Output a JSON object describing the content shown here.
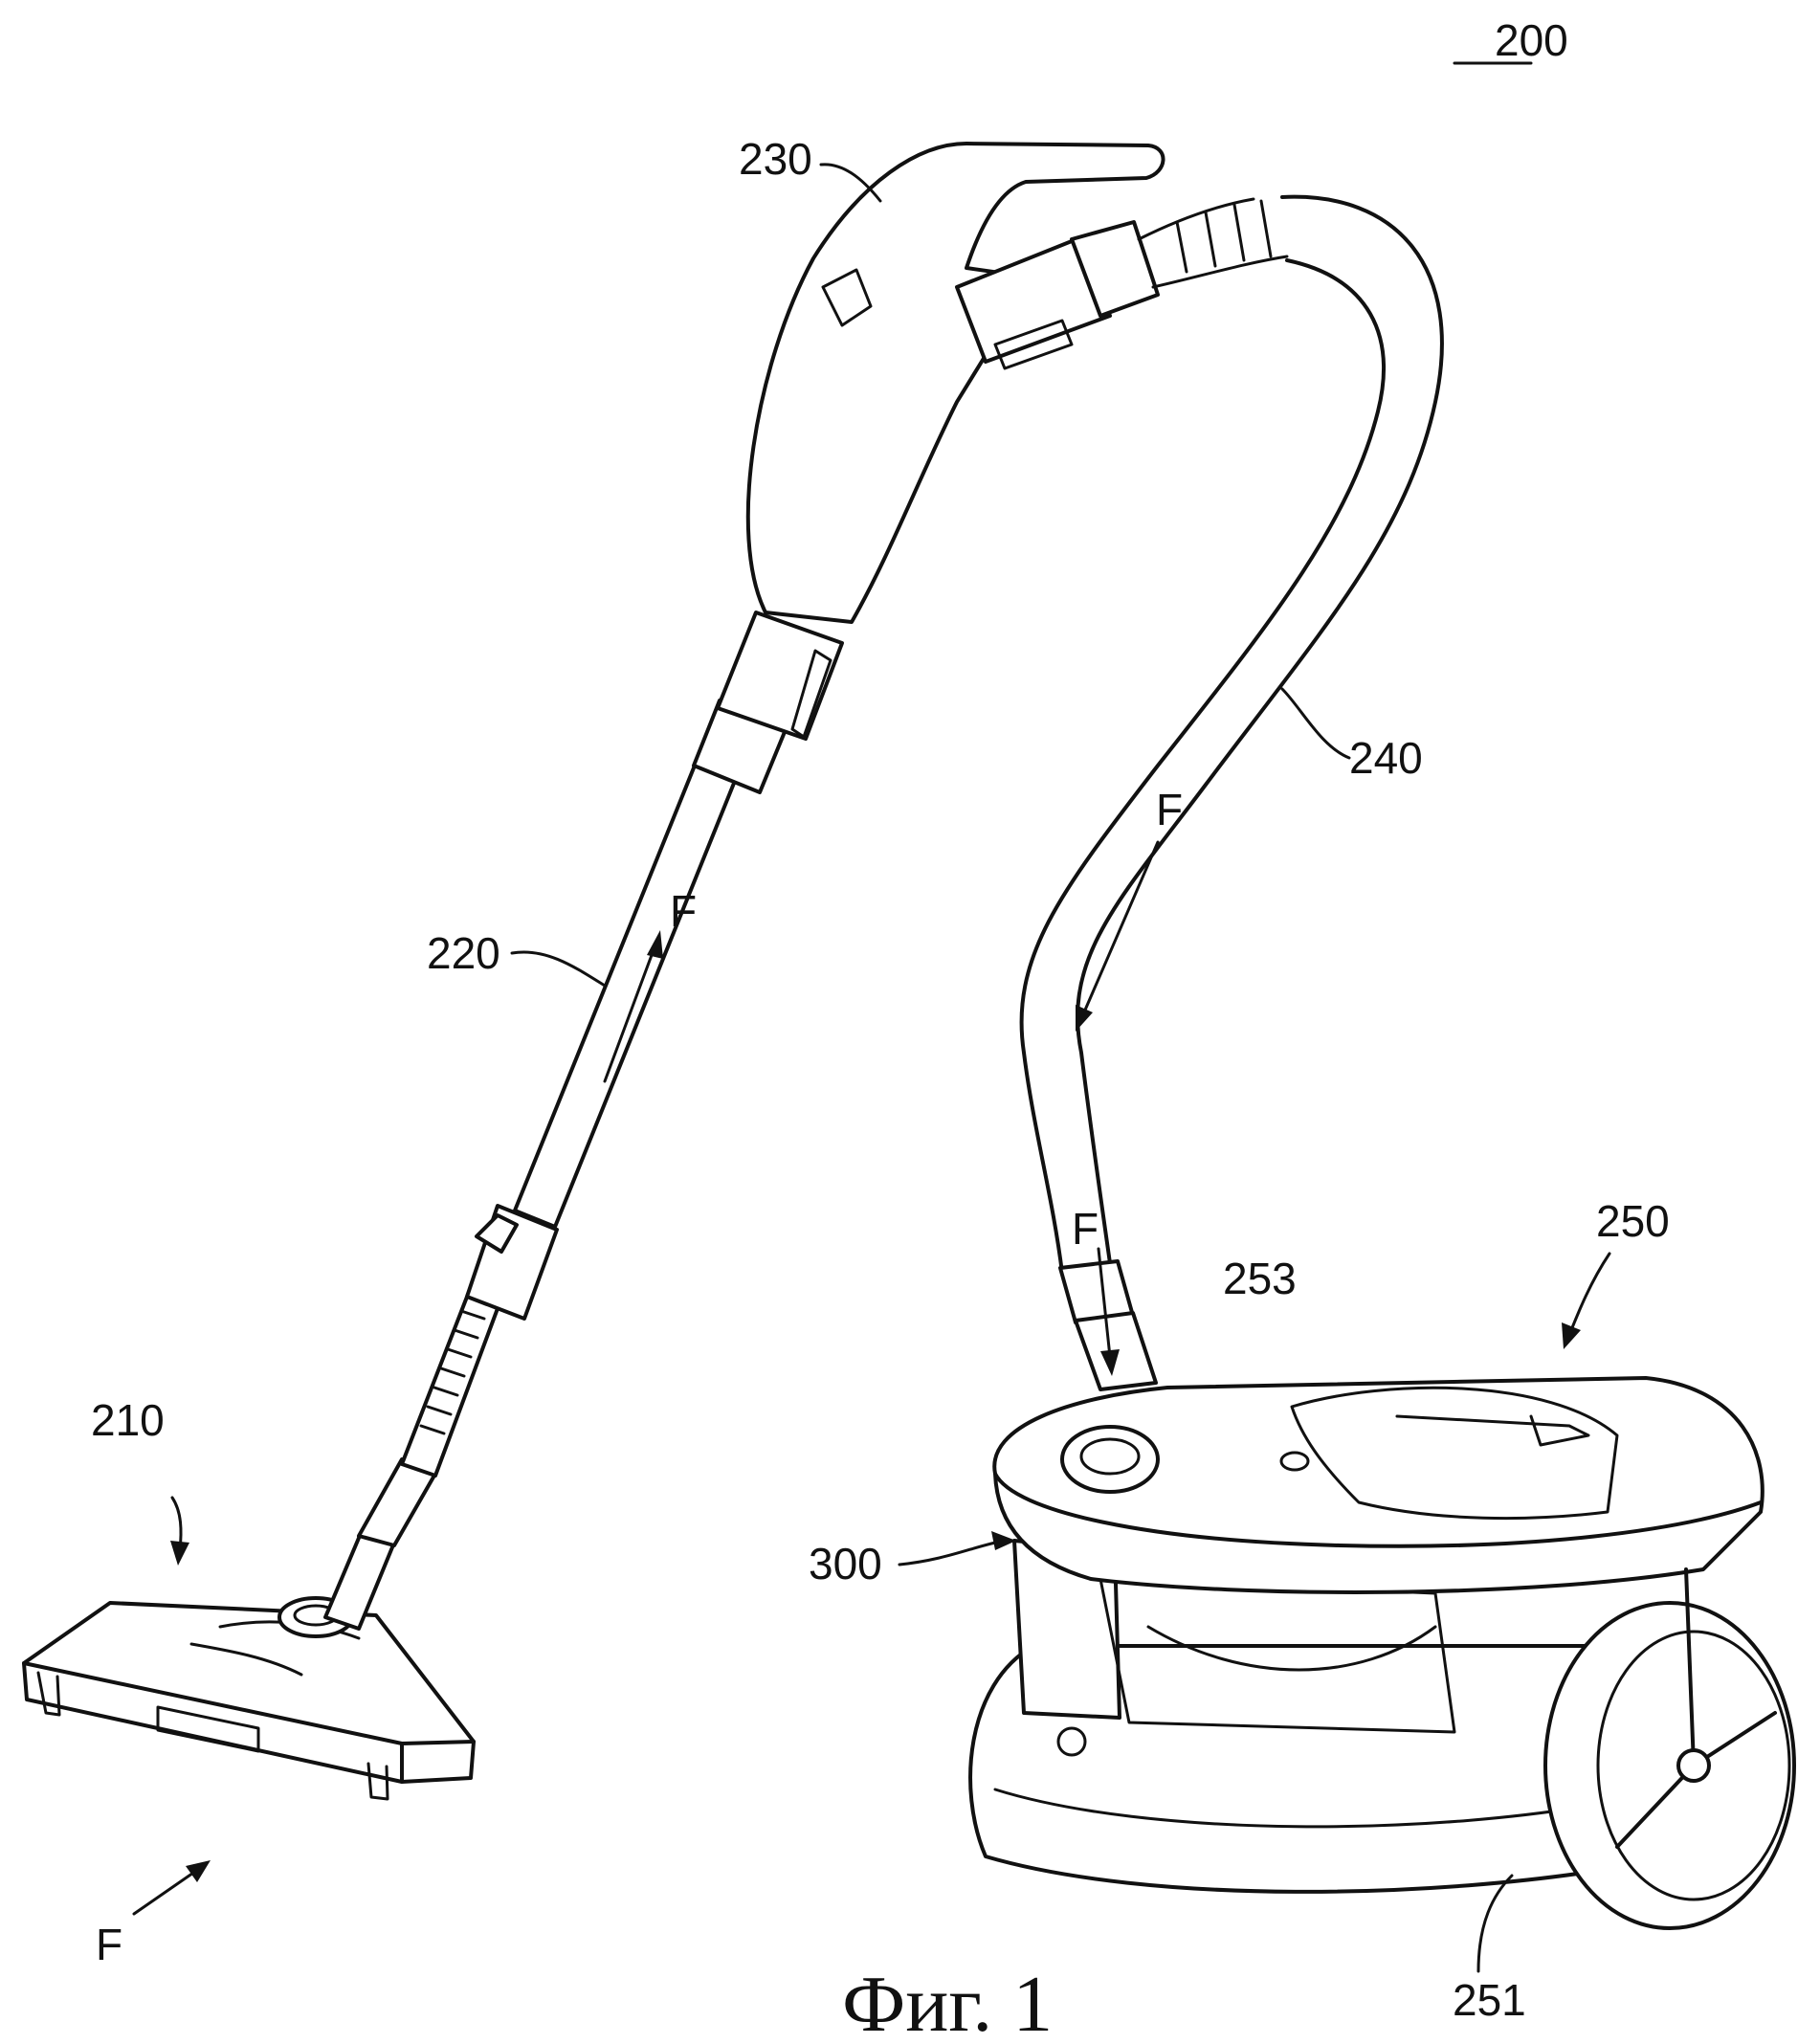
{
  "figure": {
    "caption": "Фиг. 1",
    "assembly_ref": "200",
    "labels": {
      "nozzle": "210",
      "extension_pipe": "220",
      "handle": "230",
      "hose": "240",
      "main_body": "250",
      "lower_body": "251",
      "cover": "253",
      "dust_collector": "300"
    },
    "flow_label": "F"
  }
}
